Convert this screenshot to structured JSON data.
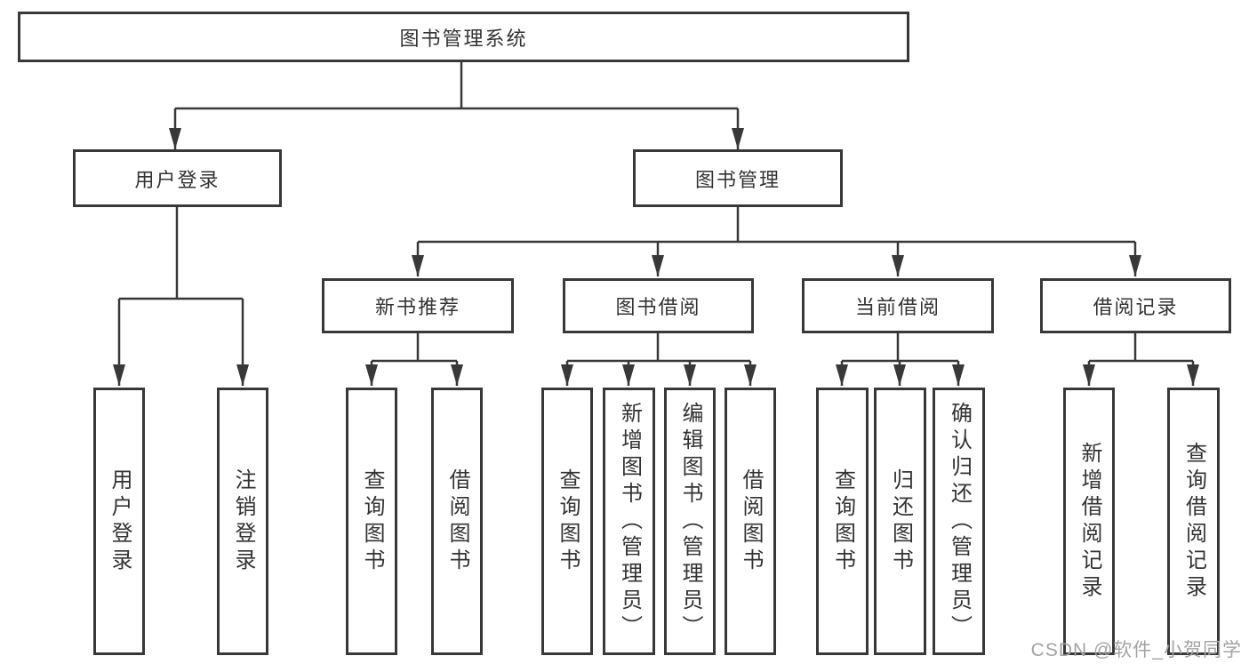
{
  "diagram": {
    "root_label": "图书管理系统",
    "level2": [
      {
        "label": "用户登录"
      },
      {
        "label": "图书管理"
      }
    ],
    "level3": [
      {
        "label": "新书推荐"
      },
      {
        "label": "图书借阅"
      },
      {
        "label": "当前借阅"
      },
      {
        "label": "借阅记录"
      }
    ],
    "leaves_user_login": [
      "用户登录",
      "注销登录"
    ],
    "leaves_new_books": [
      "查询图书",
      "借阅图书"
    ],
    "leaves_book_borrow": [
      "查询图书",
      "新增图书（管理员）",
      "编辑图书（管理员）",
      "借阅图书"
    ],
    "leaves_current_borrow": [
      "查询图书",
      "归还图书",
      "确认归还（管理员）"
    ],
    "leaves_borrow_records": [
      "新增借阅记录",
      "查询借阅记录"
    ]
  },
  "watermark": {
    "text": "CSDN @软件_小贺同学"
  },
  "colors": {
    "line": "#383838",
    "text": "#333333",
    "watermark": "#a3a3a3",
    "background": "#ffffff"
  }
}
